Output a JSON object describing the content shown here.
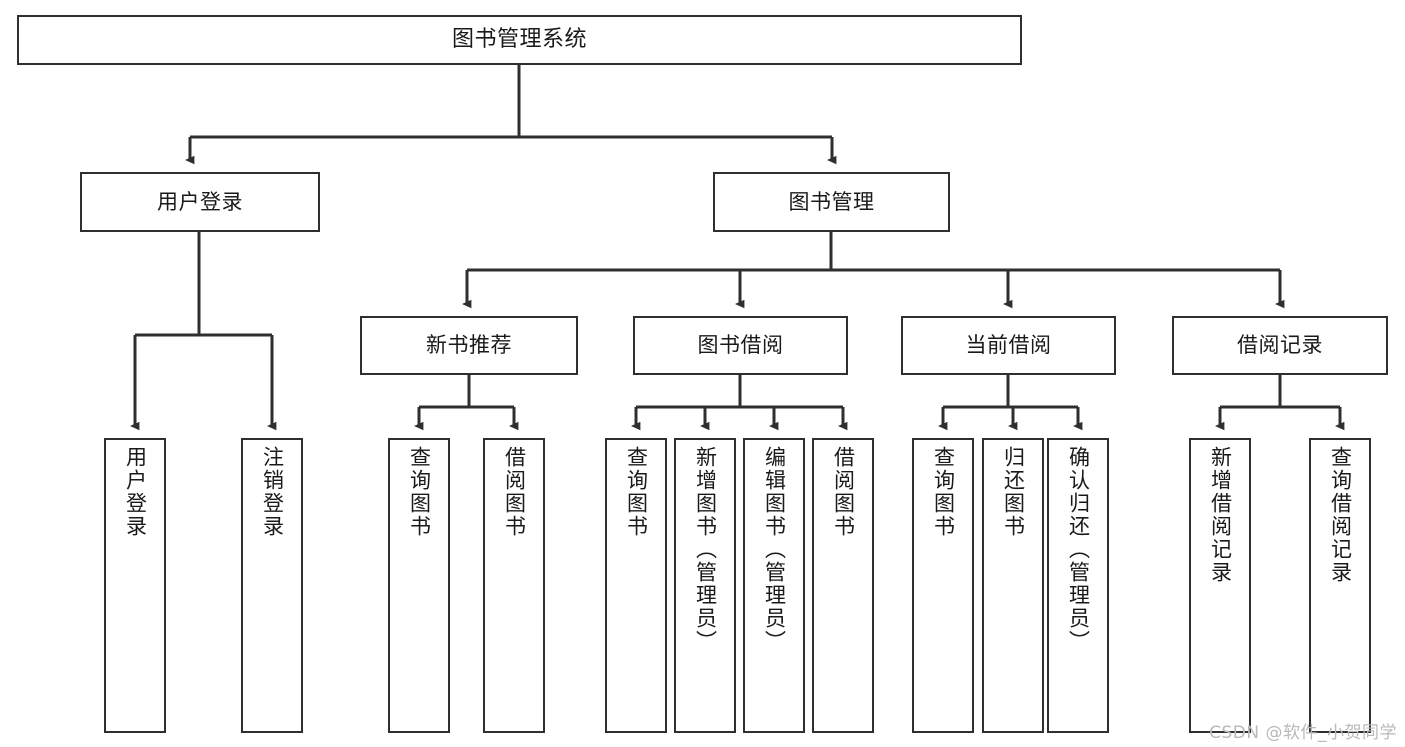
{
  "diagram": {
    "type": "tree",
    "title": "图书管理系统",
    "orientation": "top-down",
    "colors": {
      "box_border": "#2f2f2f",
      "box_fill": "#ffffff",
      "edge": "#2f2f2f",
      "text": "#1a1a1a",
      "watermark": "#b9b9b9",
      "background": "#ffffff"
    },
    "root": {
      "label": "图书管理系统"
    },
    "level2": [
      {
        "label": "用户登录"
      },
      {
        "label": "图书管理"
      }
    ],
    "level3": [
      {
        "label": "新书推荐"
      },
      {
        "label": "图书借阅"
      },
      {
        "label": "当前借阅"
      },
      {
        "label": "借阅记录"
      }
    ],
    "leaves": {
      "user_login": [
        {
          "label": "用户登录"
        },
        {
          "label": "注销登录"
        }
      ],
      "new_book_recommend": [
        {
          "label": "查询图书"
        },
        {
          "label": "借阅图书"
        }
      ],
      "book_borrow": [
        {
          "label": "查询图书"
        },
        {
          "label": "新增图书（管理员）"
        },
        {
          "label": "编辑图书（管理员）"
        },
        {
          "label": "借阅图书"
        }
      ],
      "current_borrow": [
        {
          "label": "查询图书"
        },
        {
          "label": "归还图书"
        },
        {
          "label": "确认归还（管理员）"
        }
      ],
      "borrow_record": [
        {
          "label": "新增借阅记录"
        },
        {
          "label": "查询借阅记录"
        }
      ]
    }
  },
  "watermark": {
    "text": "CSDN @软件_小贺同学"
  }
}
